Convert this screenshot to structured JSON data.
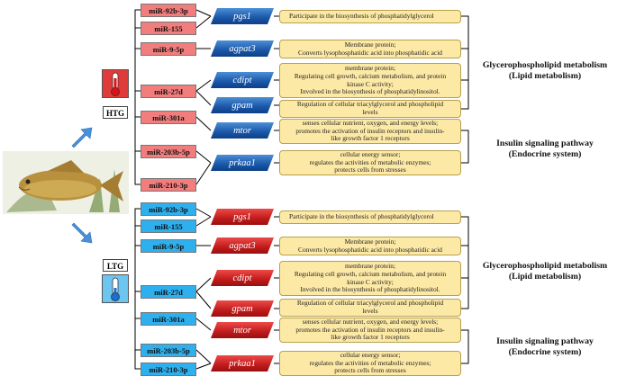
{
  "groups": {
    "htg": {
      "label": "HTG"
    },
    "ltg": {
      "label": "LTG"
    }
  },
  "htg": {
    "mirnas": [
      "miR-92b-3p",
      "miR-155",
      "miR-9-5p",
      "miR-27d",
      "miR-301a",
      "miR-203b-5p",
      "miR-210-3p"
    ],
    "genes": [
      "pgs1",
      "agpat3",
      "cdipt",
      "gpam",
      "mtor",
      "prkaa1"
    ],
    "descriptions": [
      [
        "Participate in the biosynthesis of phosphatidylglycerol"
      ],
      [
        "Membrane protein;",
        "Converts lysophosphatidic acid into phosphatidic acid"
      ],
      [
        "membrane protein;",
        "Regulating cell growth, calcium metabolism, and protein",
        "kinase C activity;",
        "Involved in the biosynthesis of phosphatidylinositol."
      ],
      [
        "Regulation of cellular triacylglycerol and phospholipid",
        "levels"
      ],
      [
        "senses cellular nutrient, oxygen, and energy levels;",
        "promotes the activation of insulin receptors and insulin-",
        "like growth factor 1 receptors"
      ],
      [
        "cellular energy sensor;",
        "regulates the activities of metabolic enzymes;",
        "protects cells from stresses"
      ]
    ]
  },
  "ltg": {
    "mirnas": [
      "miR-92b-3p",
      "miR-155",
      "miR-9-5p",
      "miR-27d",
      "miR-301a",
      "miR-203b-5p",
      "miR-210-3p"
    ],
    "genes": [
      "pgs1",
      "agpat3",
      "cdipt",
      "gpam",
      "mtor",
      "prkaa1"
    ],
    "descriptions": [
      [
        "Participate in the biosynthesis of phosphatidylglycerol"
      ],
      [
        "Membrane protein;",
        "Converts lysophosphatidic acid into phosphatidic acid"
      ],
      [
        "membrane protein;",
        "Regulating cell growth, calcium metabolism, and protein",
        "kinase C activity;",
        "Involved in the biosynthesis of phosphatidylinositol."
      ],
      [
        "Regulation of cellular triacylglycerol and phospholipid",
        "levels"
      ],
      [
        "senses cellular nutrient, oxygen, and energy levels;",
        "promotes the activation of insulin receptors and insulin-",
        "like growth factor 1 receptors"
      ],
      [
        "cellular energy sensor;",
        "regulates the activities of metabolic enzymes;",
        "protects cells from stresses"
      ]
    ]
  },
  "categories": {
    "lipid": {
      "line1": "Glycerophospholipid metabolism",
      "line2": "(Lipid metabolism)"
    },
    "insulin": {
      "line1": "Insulin signaling pathway",
      "line2": "(Endocrine system)"
    }
  },
  "colors": {
    "mirna_htg": "#f27d7d",
    "mirna_ltg": "#2fb0ee",
    "gene_htg": "#1a56a8",
    "gene_ltg": "#c01b1b",
    "description": "#fde9a6",
    "arrow": "#4a90d9"
  }
}
